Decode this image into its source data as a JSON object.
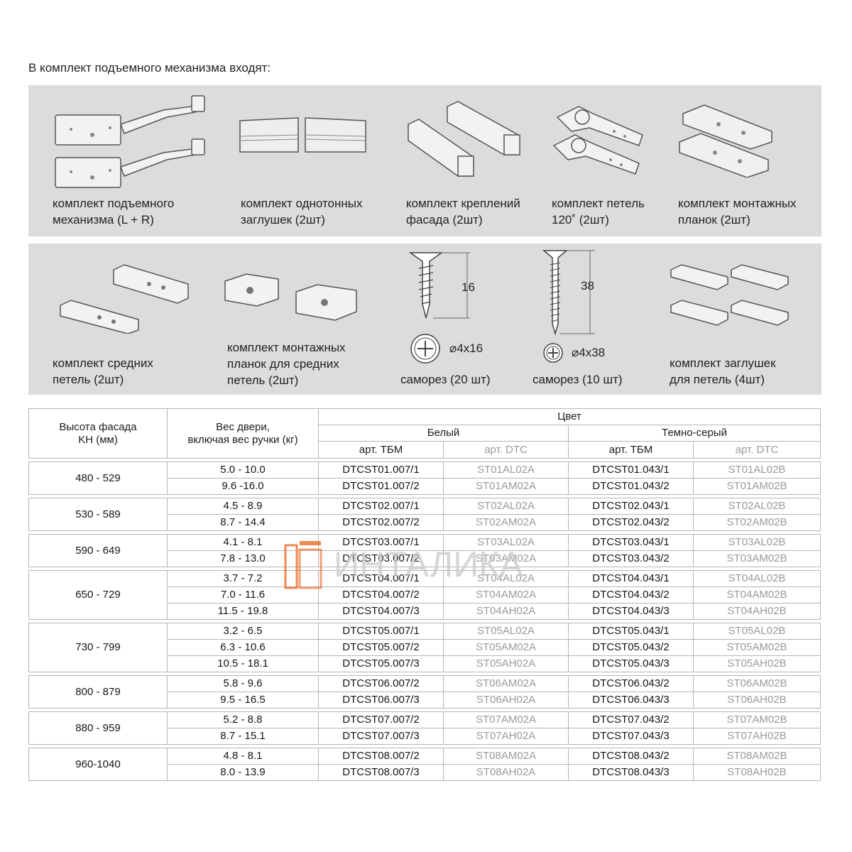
{
  "heading": "В комплект подъемного механизма входят:",
  "panel1": [
    {
      "line1": "комплект подъемного",
      "line2": "механизма (L + R)"
    },
    {
      "line1": "комплект однотонных",
      "line2": "заглушек (2шт)"
    },
    {
      "line1": "комплект креплений",
      "line2": "фасада (2шт)"
    },
    {
      "line1": "комплект петель",
      "line2": "120˚  (2шт)"
    },
    {
      "line1": "комплект монтажных",
      "line2": "планок (2шт)"
    }
  ],
  "panel2": [
    {
      "line1": "комплект средних",
      "line2": "петель (2шт)"
    },
    {
      "line1": "комплект монтажных",
      "line2": "планок для средних",
      "line3": "петель  (2шт)"
    },
    {
      "line1": "саморез (20 шт)",
      "dim": "16",
      "dia": "⌀4x16"
    },
    {
      "line1": "саморез (10 шт)",
      "dim": "38",
      "dia": "⌀4x38"
    },
    {
      "line1": "комплект заглушек",
      "line2": "для петель (4шт)"
    }
  ],
  "table": {
    "h_height_1": "Высота фасада",
    "h_height_2": "KH (мм)",
    "h_weight_1": "Вес двери,",
    "h_weight_2": "включая вес ручки (кг)",
    "h_color": "Цвет",
    "h_white": "Белый",
    "h_dark": "Темно-серый",
    "h_tbm": "арт. ТБМ",
    "h_dtc": "арт. DTC",
    "groups": [
      {
        "height": "480 - 529",
        "rows": [
          {
            "w": "5.0 - 10.0",
            "t1": "DTCST01.007/1",
            "d1": "ST01AL02A",
            "t2": "DTCST01.043/1",
            "d2": "ST01AL02B"
          },
          {
            "w": "9.6 -16.0",
            "t1": "DTCST01.007/2",
            "d1": "ST01AM02A",
            "t2": "DTCST01.043/2",
            "d2": "ST01AM02B"
          }
        ]
      },
      {
        "height": "530 - 589",
        "rows": [
          {
            "w": "4.5 - 8.9",
            "t1": "DTCST02.007/1",
            "d1": "ST02AL02A",
            "t2": "DTCST02.043/1",
            "d2": "ST02AL02B"
          },
          {
            "w": "8.7 - 14.4",
            "t1": "DTCST02.007/2",
            "d1": "ST02AM02A",
            "t2": "DTCST02.043/2",
            "d2": "ST02AM02B"
          }
        ]
      },
      {
        "height": "590 - 649",
        "rows": [
          {
            "w": "4.1 - 8.1",
            "t1": "DTCST03.007/1",
            "d1": "ST03AL02A",
            "t2": "DTCST03.043/1",
            "d2": "ST03AL02B"
          },
          {
            "w": "7.8 - 13.0",
            "t1": "DTCST03.007/2",
            "d1": "ST03AM02A",
            "t2": "DTCST03.043/2",
            "d2": "ST03AM02B"
          }
        ]
      },
      {
        "height": "650 - 729",
        "rows": [
          {
            "w": "3.7 - 7.2",
            "t1": "DTCST04.007/1",
            "d1": "ST04AL02A",
            "t2": "DTCST04.043/1",
            "d2": "ST04AL02B"
          },
          {
            "w": "7.0 - 11.6",
            "t1": "DTCST04.007/2",
            "d1": "ST04AM02A",
            "t2": "DTCST04.043/2",
            "d2": "ST04AM02B"
          },
          {
            "w": "11.5 - 19.8",
            "t1": "DTCST04.007/3",
            "d1": "ST04AH02A",
            "t2": "DTCST04.043/3",
            "d2": "ST04AH02B"
          }
        ]
      },
      {
        "height": "730 - 799",
        "rows": [
          {
            "w": "3.2 - 6.5",
            "t1": "DTCST05.007/1",
            "d1": "ST05AL02A",
            "t2": "DTCST05.043/1",
            "d2": "ST05AL02B"
          },
          {
            "w": "6.3 - 10.6",
            "t1": "DTCST05.007/2",
            "d1": "ST05AM02A",
            "t2": "DTCST05.043/2",
            "d2": "ST05AM02B"
          },
          {
            "w": "10.5 - 18.1",
            "t1": "DTCST05.007/3",
            "d1": "ST05AH02A",
            "t2": "DTCST05.043/3",
            "d2": "ST05AH02B"
          }
        ]
      },
      {
        "height": "800 - 879",
        "rows": [
          {
            "w": "5.8 - 9.6",
            "t1": "DTCST06.007/2",
            "d1": "ST06AM02A",
            "t2": "DTCST06.043/2",
            "d2": "ST06AM02B"
          },
          {
            "w": "9.5 - 16.5",
            "t1": "DTCST06.007/3",
            "d1": "ST06AH02A",
            "t2": "DTCST06.043/3",
            "d2": "ST06AH02B"
          }
        ]
      },
      {
        "height": "880 - 959",
        "rows": [
          {
            "w": "5.2 - 8.8",
            "t1": "DTCST07.007/2",
            "d1": "ST07AM02A",
            "t2": "DTCST07.043/2",
            "d2": "ST07AM02B"
          },
          {
            "w": "8.7 - 15.1",
            "t1": "DTCST07.007/3",
            "d1": "ST07AH02A",
            "t2": "DTCST07.043/3",
            "d2": "ST07AH02B"
          }
        ]
      },
      {
        "height": "960-1040",
        "rows": [
          {
            "w": "4.8 - 8.1",
            "t1": "DTCST08.007/2",
            "d1": "ST08AM02A",
            "t2": "DTCST08.043/2",
            "d2": "ST08AM02B"
          },
          {
            "w": "8.0 - 13.9",
            "t1": "DTCST08.007/3",
            "d1": "ST08AH02A",
            "t2": "DTCST08.043/3",
            "d2": "ST08AH02B"
          }
        ]
      }
    ]
  },
  "watermark": {
    "text": "ИНТАЛИКА",
    "accent": "#e8631a",
    "text_color": "#c9c9c9"
  },
  "colors": {
    "panel_bg": "#dcdcdc",
    "border": "#b5b5b5",
    "dtc_text": "#9a9a9a"
  }
}
